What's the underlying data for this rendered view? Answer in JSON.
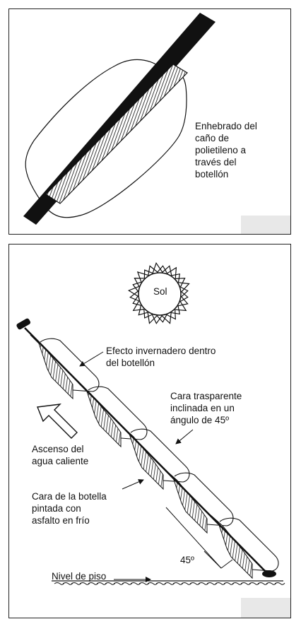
{
  "top_panel": {
    "caption_lines": [
      "Enhebrado del",
      "caño de",
      "polietileno a",
      "través del",
      "botellón"
    ]
  },
  "bottom_panel": {
    "sun_label": "Sol",
    "greenhouse_lines": [
      "Efecto invernadero dentro",
      "del botellón"
    ],
    "transparent_face_lines": [
      "Cara trasparente",
      "inclinada en un",
      "ángulo de 45º"
    ],
    "hot_water_lines": [
      "Ascenso del",
      "agua caliente"
    ],
    "painted_face_lines": [
      "Cara de la botella",
      "pintada con",
      "asfalto en frío"
    ],
    "angle_label": "45º",
    "floor_label": "Nivel de piso"
  },
  "colors": {
    "ink": "#111111",
    "frame": "#222222",
    "background": "#ffffff"
  }
}
